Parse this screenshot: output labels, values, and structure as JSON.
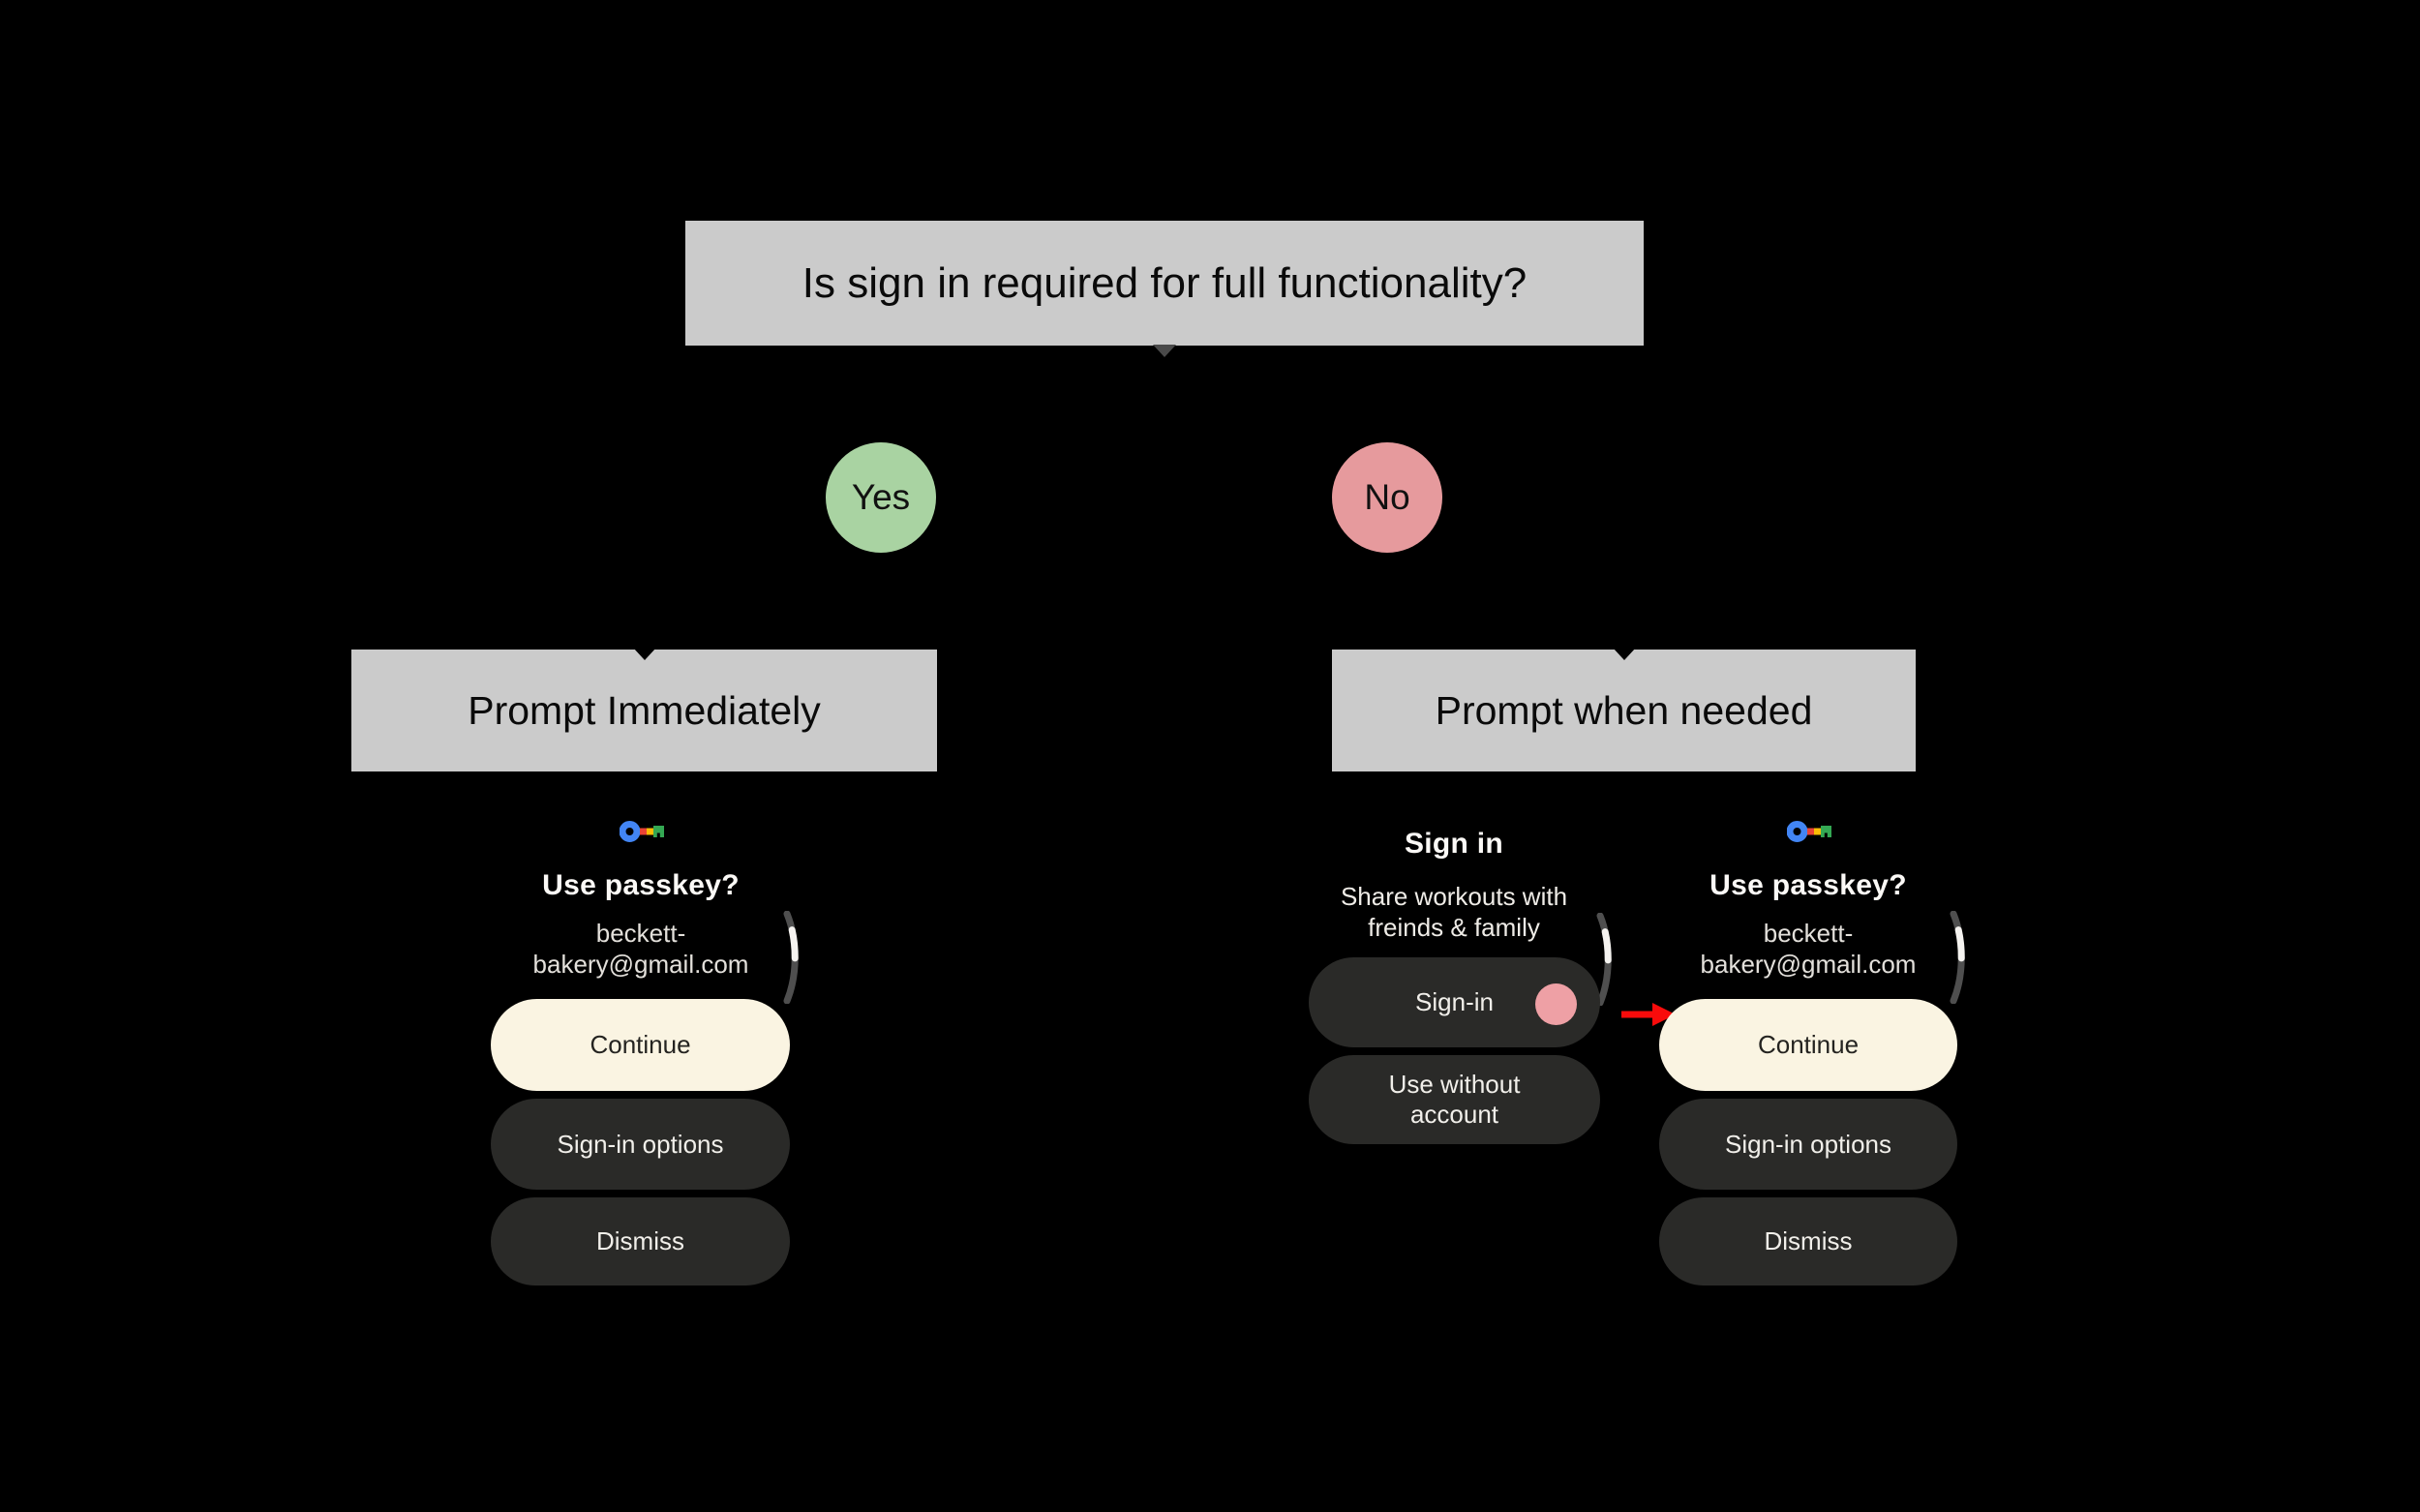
{
  "flowchart": {
    "question": "Is sign in required for full functionality?",
    "yes_label": "Yes",
    "no_label": "No",
    "branch_yes_heading": "Prompt Immediately",
    "branch_no_heading": "Prompt when needed"
  },
  "passkey_screen": {
    "icon": "google-passkey-key-icon",
    "title": "Use passkey?",
    "account_line1": "beckett-",
    "account_line2": "bakery@gmail.com",
    "continue_label": "Continue",
    "signin_options_label": "Sign-in options",
    "dismiss_label": "Dismiss"
  },
  "signin_screen": {
    "title": "Sign in",
    "description_line1": "Share workouts with",
    "description_line2": "freinds & family",
    "signin_label": "Sign-in",
    "use_without_line1": "Use without",
    "use_without_line2": "account",
    "tap_indicator": "tap-highlight-circle"
  },
  "colors": {
    "background": "#000000",
    "box_gray": "#CBCBCB",
    "yes_green": "#A9D3A2",
    "no_pink": "#E69A9D",
    "tap_pink": "#EEA0A5",
    "primary_button_cream": "#FAF4E2",
    "secondary_button_dark": "#2A2A28",
    "scroll_track_gray": "#4F4F4F",
    "scroll_thumb_white": "#F5F3F0",
    "arrow_red": "#F90B0B",
    "passkey_blue": "#4285F4",
    "passkey_red": "#EA4335",
    "passkey_yellow": "#FBBC05",
    "passkey_green": "#34A853"
  }
}
